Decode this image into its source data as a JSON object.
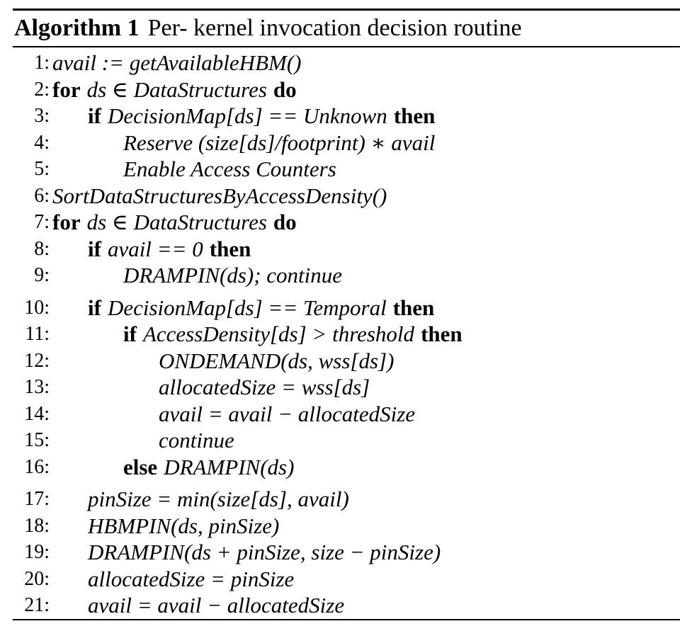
{
  "algorithm": {
    "label": "Algorithm 1",
    "title": "Per- kernel invocation decision routine",
    "lines": [
      {
        "n": "1:",
        "kw1": "",
        "body": "avail := getAvailableHBM()",
        "kw2": ""
      },
      {
        "n": "2:",
        "kw1": "for",
        "body": "ds ∈ DataStructures",
        "kw2": "do"
      },
      {
        "n": "3:",
        "kw1": "if",
        "body": "DecisionMap[ds] == Unknown",
        "kw2": "then"
      },
      {
        "n": "4:",
        "kw1": "",
        "body": "Reserve (size[ds]/footprint) ∗ avail",
        "kw2": ""
      },
      {
        "n": "5:",
        "kw1": "",
        "body": "Enable Access Counters",
        "kw2": ""
      },
      {
        "n": "6:",
        "kw1": "",
        "body": "SortDataStructuresByAccessDensity()",
        "kw2": ""
      },
      {
        "n": "7:",
        "kw1": "for",
        "body": "ds ∈ DataStructures",
        "kw2": "do"
      },
      {
        "n": "8:",
        "kw1": "if",
        "body": "avail == 0",
        "kw2": "then"
      },
      {
        "n": "9:",
        "kw1": "",
        "body": "DRAMPIN(ds);  continue",
        "kw2": ""
      },
      {
        "n": "10:",
        "kw1": "if",
        "body": "DecisionMap[ds] == Temporal",
        "kw2": "then"
      },
      {
        "n": "11:",
        "kw1": "if",
        "body": "AccessDensity[ds] > threshold",
        "kw2": "then"
      },
      {
        "n": "12:",
        "kw1": "",
        "body": "ONDEMAND(ds, wss[ds])",
        "kw2": ""
      },
      {
        "n": "13:",
        "kw1": "",
        "body": "allocatedSize = wss[ds]",
        "kw2": ""
      },
      {
        "n": "14:",
        "kw1": "",
        "body": "avail = avail − allocatedSize",
        "kw2": ""
      },
      {
        "n": "15:",
        "kw1": "",
        "body": "continue",
        "kw2": ""
      },
      {
        "n": "16:",
        "kw1": "else",
        "body": "DRAMPIN(ds)",
        "kw2": ""
      },
      {
        "n": "17:",
        "kw1": "",
        "body": "pinSize = min(size[ds], avail)",
        "kw2": ""
      },
      {
        "n": "18:",
        "kw1": "",
        "body": "HBMPIN(ds, pinSize)",
        "kw2": ""
      },
      {
        "n": "19:",
        "kw1": "",
        "body": "DRAMPIN(ds + pinSize, size − pinSize)",
        "kw2": ""
      },
      {
        "n": "20:",
        "kw1": "",
        "body": "allocatedSize = pinSize",
        "kw2": ""
      },
      {
        "n": "21:",
        "kw1": "",
        "body": "avail = avail − allocatedSize",
        "kw2": ""
      }
    ]
  }
}
